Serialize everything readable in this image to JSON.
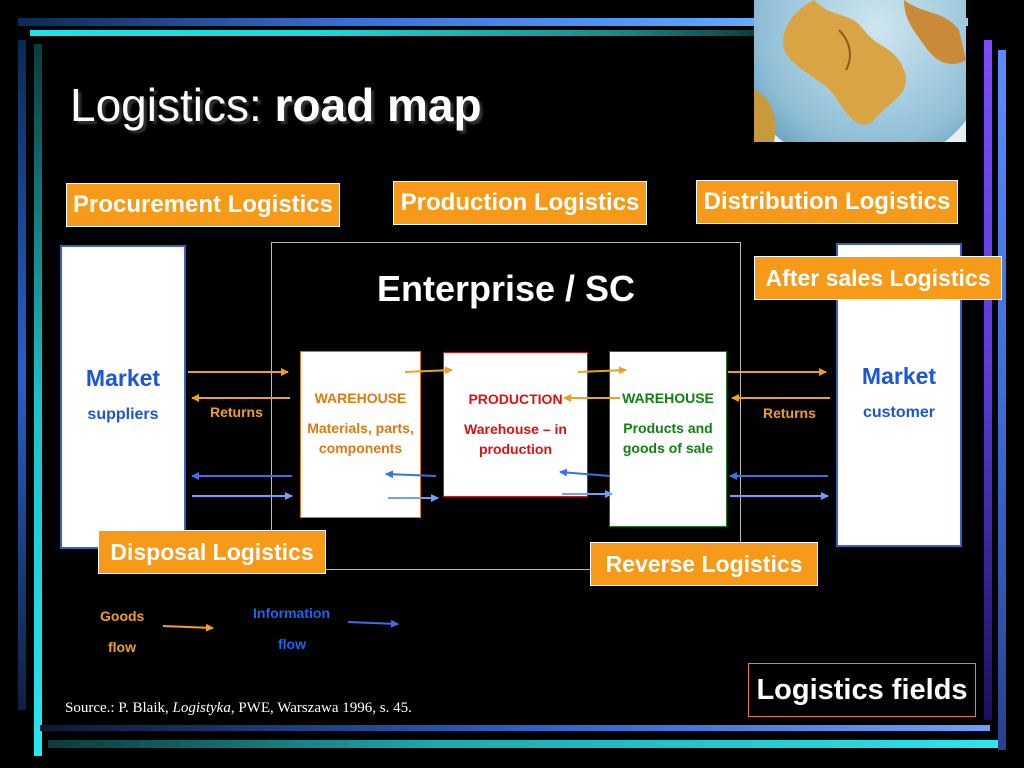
{
  "title": {
    "prefix": "Logistics: ",
    "bold": "road map"
  },
  "tags": {
    "procurement": "Procurement Logistics",
    "production": "Production Logistics",
    "distribution": "Distribution Logistics",
    "after_sales": "After sales Logistics",
    "disposal": "Disposal Logistics",
    "reverse": "Reverse Logistics"
  },
  "enterprise": "Enterprise / SC",
  "market_left": {
    "title": "Market",
    "sub": "suppliers"
  },
  "market_right": {
    "title": "Market",
    "sub": "customer"
  },
  "warehouse_in": {
    "title": "WAREHOUSE",
    "sub": "Materials, parts, components"
  },
  "production": {
    "title": "PRODUCTION",
    "sub": "Warehouse – in production"
  },
  "warehouse_out": {
    "title": "WAREHOUSE",
    "sub": "Products and goods of sale"
  },
  "returns_left": "Returns",
  "returns_right": "Returns",
  "legend": {
    "goods_line1": "Goods",
    "goods_line2": "flow",
    "info_line1": "Information",
    "info_line2": "flow"
  },
  "source": {
    "prefix": "Source.: P. Blaik, ",
    "italic": "Logistyka",
    "suffix": ", PWE, Warszawa 1996, s. 45."
  },
  "fields_label": "Logistics fields",
  "colors": {
    "orange": "#f79a1a",
    "goods_arrow": "#f0a020",
    "info_arrow": "#3a6fe8",
    "market_text": "#1a56d8",
    "warehouse_in_text": "#e07810",
    "production_text": "#e01010",
    "warehouse_out_text": "#108010"
  }
}
